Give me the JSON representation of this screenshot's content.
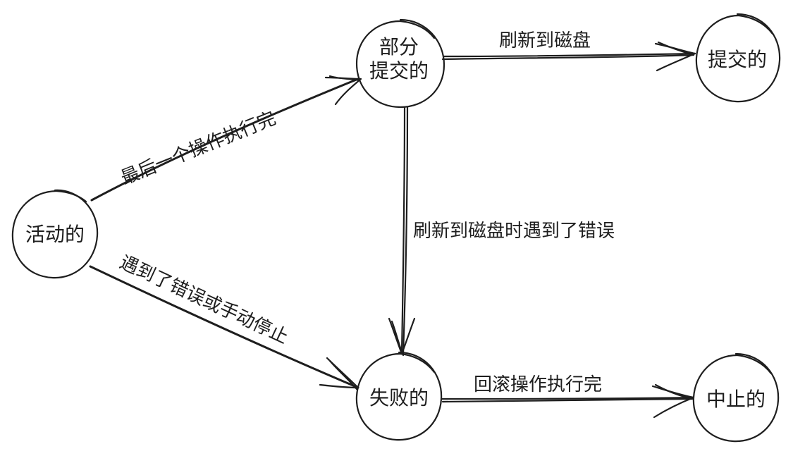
{
  "nodes": {
    "active": "活动的",
    "partially_committed_line1": "部分",
    "partially_committed_line2": "提交的",
    "committed": "提交的",
    "failed": "失败的",
    "aborted": "中止的"
  },
  "edges": {
    "active_to_partial": "最后一个操作执行完",
    "partial_to_committed": "刷新到磁盘",
    "partial_to_failed": "刷新到磁盘时遇到了错误",
    "active_to_failed": "遇到了错误或手动停止",
    "failed_to_aborted": "回滚操作执行完"
  },
  "colors": {
    "ink": "#1e1e1e",
    "background": "#ffffff"
  }
}
